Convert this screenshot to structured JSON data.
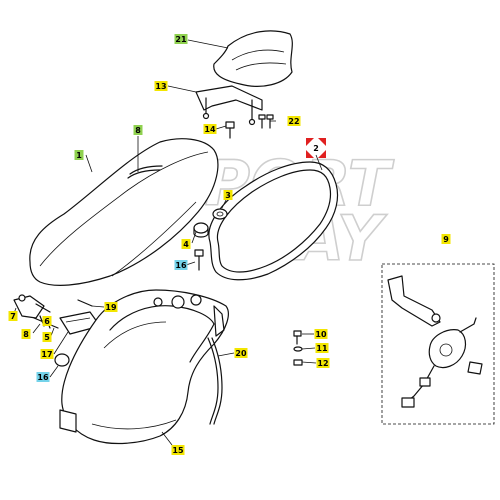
{
  "watermark": {
    "line1": "SPORT",
    "line2": "WAY"
  },
  "colors": {
    "yellow": "#f3e600",
    "green": "#8fd14f",
    "cyan": "#74d3ea",
    "red": "#e02020"
  },
  "callouts": [
    {
      "id": "21",
      "color": "green"
    },
    {
      "id": "13",
      "color": "yellow"
    },
    {
      "id": "8",
      "color": "green"
    },
    {
      "id": "14",
      "color": "yellow"
    },
    {
      "id": "22",
      "color": "yellow"
    },
    {
      "id": "1",
      "color": "green"
    },
    {
      "id": "2",
      "color": "red-marker"
    },
    {
      "id": "3",
      "color": "yellow"
    },
    {
      "id": "9",
      "color": "yellow"
    },
    {
      "id": "4",
      "color": "yellow"
    },
    {
      "id": "16",
      "color": "cyan"
    },
    {
      "id": "7",
      "color": "yellow"
    },
    {
      "id": "19",
      "color": "yellow"
    },
    {
      "id": "6",
      "color": "yellow"
    },
    {
      "id": "8",
      "color": "yellow"
    },
    {
      "id": "5",
      "color": "yellow"
    },
    {
      "id": "17",
      "color": "yellow"
    },
    {
      "id": "10",
      "color": "yellow"
    },
    {
      "id": "11",
      "color": "yellow"
    },
    {
      "id": "20",
      "color": "yellow"
    },
    {
      "id": "12",
      "color": "yellow"
    },
    {
      "id": "16",
      "color": "cyan"
    },
    {
      "id": "15",
      "color": "yellow"
    }
  ]
}
